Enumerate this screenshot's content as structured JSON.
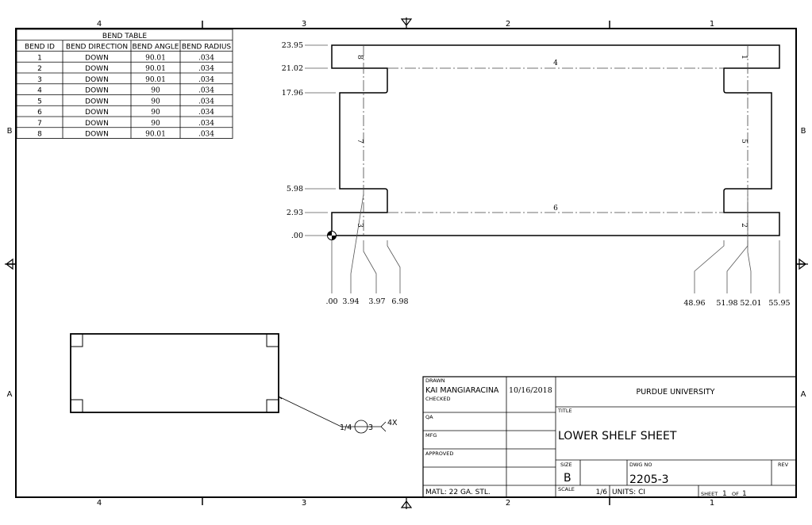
{
  "zones": {
    "top": [
      "4",
      "3",
      "2",
      "1"
    ],
    "side": [
      "B",
      "A"
    ]
  },
  "bend_table": {
    "title": "BEND TABLE",
    "headers": [
      "BEND ID",
      "BEND DIRECTION",
      "BEND ANGLE",
      "BEND RADIUS"
    ],
    "rows": [
      [
        "1",
        "DOWN",
        "90.01",
        ".034"
      ],
      [
        "2",
        "DOWN",
        "90.01",
        ".034"
      ],
      [
        "3",
        "DOWN",
        "90.01",
        ".034"
      ],
      [
        "4",
        "DOWN",
        "90",
        ".034"
      ],
      [
        "5",
        "DOWN",
        "90",
        ".034"
      ],
      [
        "6",
        "DOWN",
        "90",
        ".034"
      ],
      [
        "7",
        "DOWN",
        "90",
        ".034"
      ],
      [
        "8",
        "DOWN",
        "90.01",
        ".034"
      ]
    ]
  },
  "flat_pattern": {
    "y_dims": [
      "23.95",
      "21.02",
      "17.96",
      "5.98",
      "2.93",
      ".00"
    ],
    "x_dims": [
      ".00",
      "3.94",
      "3.97",
      "6.98",
      "48.96",
      "51.98",
      "52.01",
      "55.95"
    ],
    "bend_labels": {
      "b1": "1",
      "b2": "2",
      "b3": "3",
      "b4": "4",
      "b5": "5",
      "b6": "6",
      "b7": "7",
      "b8": "8"
    }
  },
  "weld_note": {
    "size": "1/4",
    "length": "3",
    "count": "4X"
  },
  "title_block": {
    "drawn_label": "DRAWN",
    "drawn_by": "KAI MANGIARACINA",
    "drawn_date": "10/16/2018",
    "checked_label": "CHECKED",
    "qa_label": "QA",
    "mfg_label": "MFG",
    "approved_label": "APPROVED",
    "material": "MATL: 22 GA. STL.",
    "company": "PURDUE UNIVERSITY",
    "title_label": "TITLE",
    "title": "LOWER SHELF SHEET",
    "size_label": "SIZE",
    "size": "B",
    "dwg_no_label": "DWG NO",
    "dwg_no": "2205-3",
    "rev_label": "REV",
    "scale_label": "SCALE",
    "scale": "1/6",
    "units": "UNITS: CI",
    "sheet_label": "SHEET",
    "sheet": "1",
    "of_label": "OF",
    "sheet_total": "1"
  }
}
